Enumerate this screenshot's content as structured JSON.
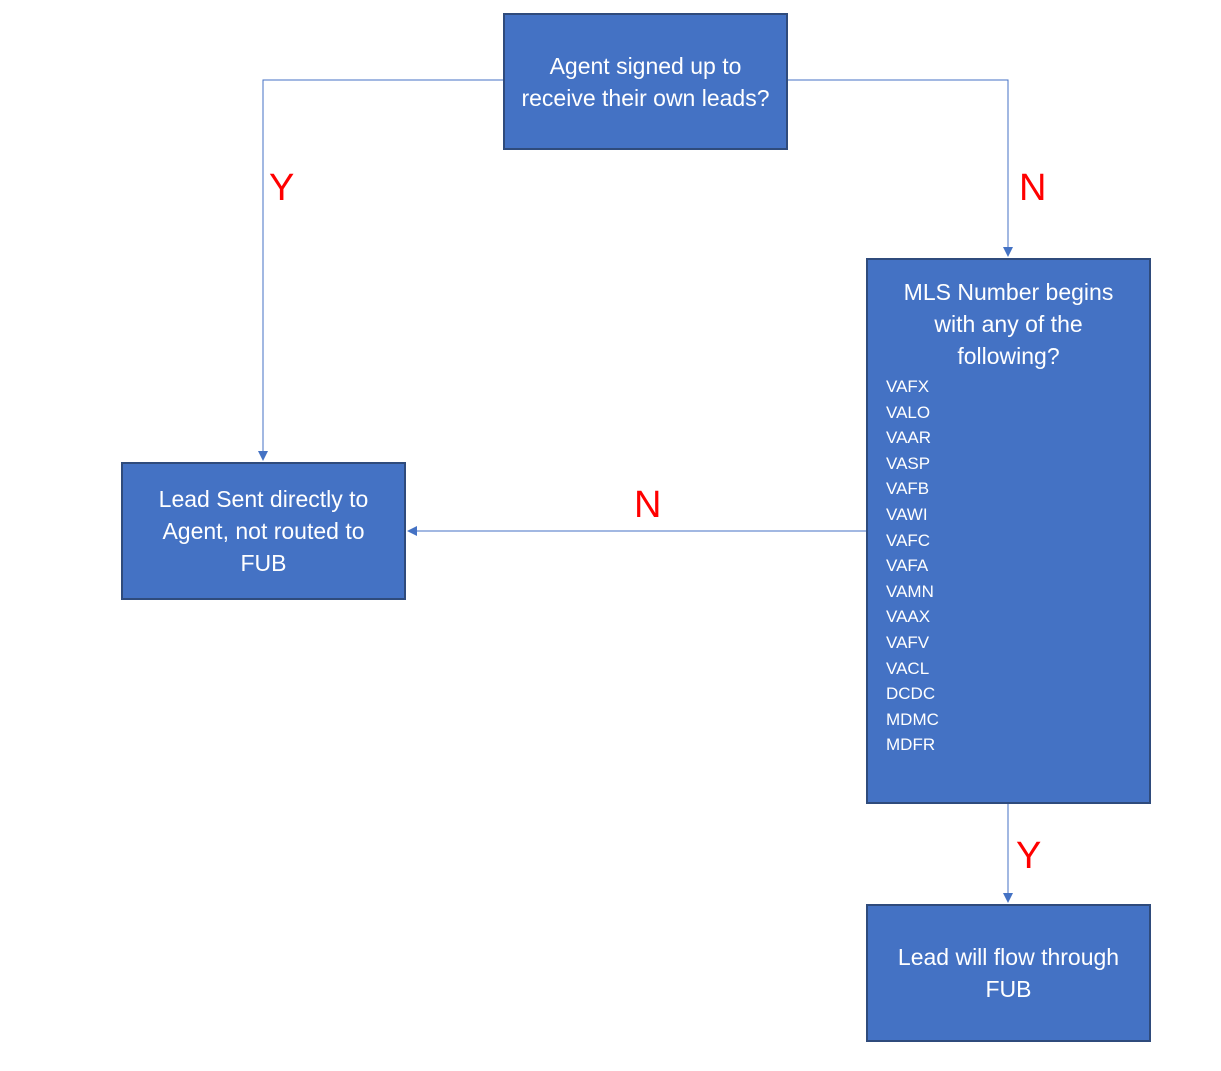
{
  "nodes": {
    "question_own_leads": "Agent signed up to receive their own leads?",
    "question_mls_prefix": "MLS Number begins with any of the following?",
    "mls_prefixes": [
      "VAFX",
      "VALO",
      "VAAR",
      "VASP",
      "VAFB",
      "VAWI",
      "VAFC",
      "VAFA",
      "VAMN",
      "VAAX",
      "VAFV",
      "VACL",
      "DCDC",
      "MDMC",
      "MDFR"
    ],
    "lead_sent_direct": "Lead Sent directly to Agent, not routed to FUB",
    "lead_flow_fub": "Lead will flow through FUB"
  },
  "edges": {
    "own_leads_yes": "Y",
    "own_leads_no": "N",
    "mls_no": "N",
    "mls_yes": "Y"
  },
  "colors": {
    "box_fill": "#4472c4",
    "box_border": "#2f4b7c",
    "box_text": "#ffffff",
    "connector": "#4472c4",
    "edge_label": "#ff0000"
  }
}
